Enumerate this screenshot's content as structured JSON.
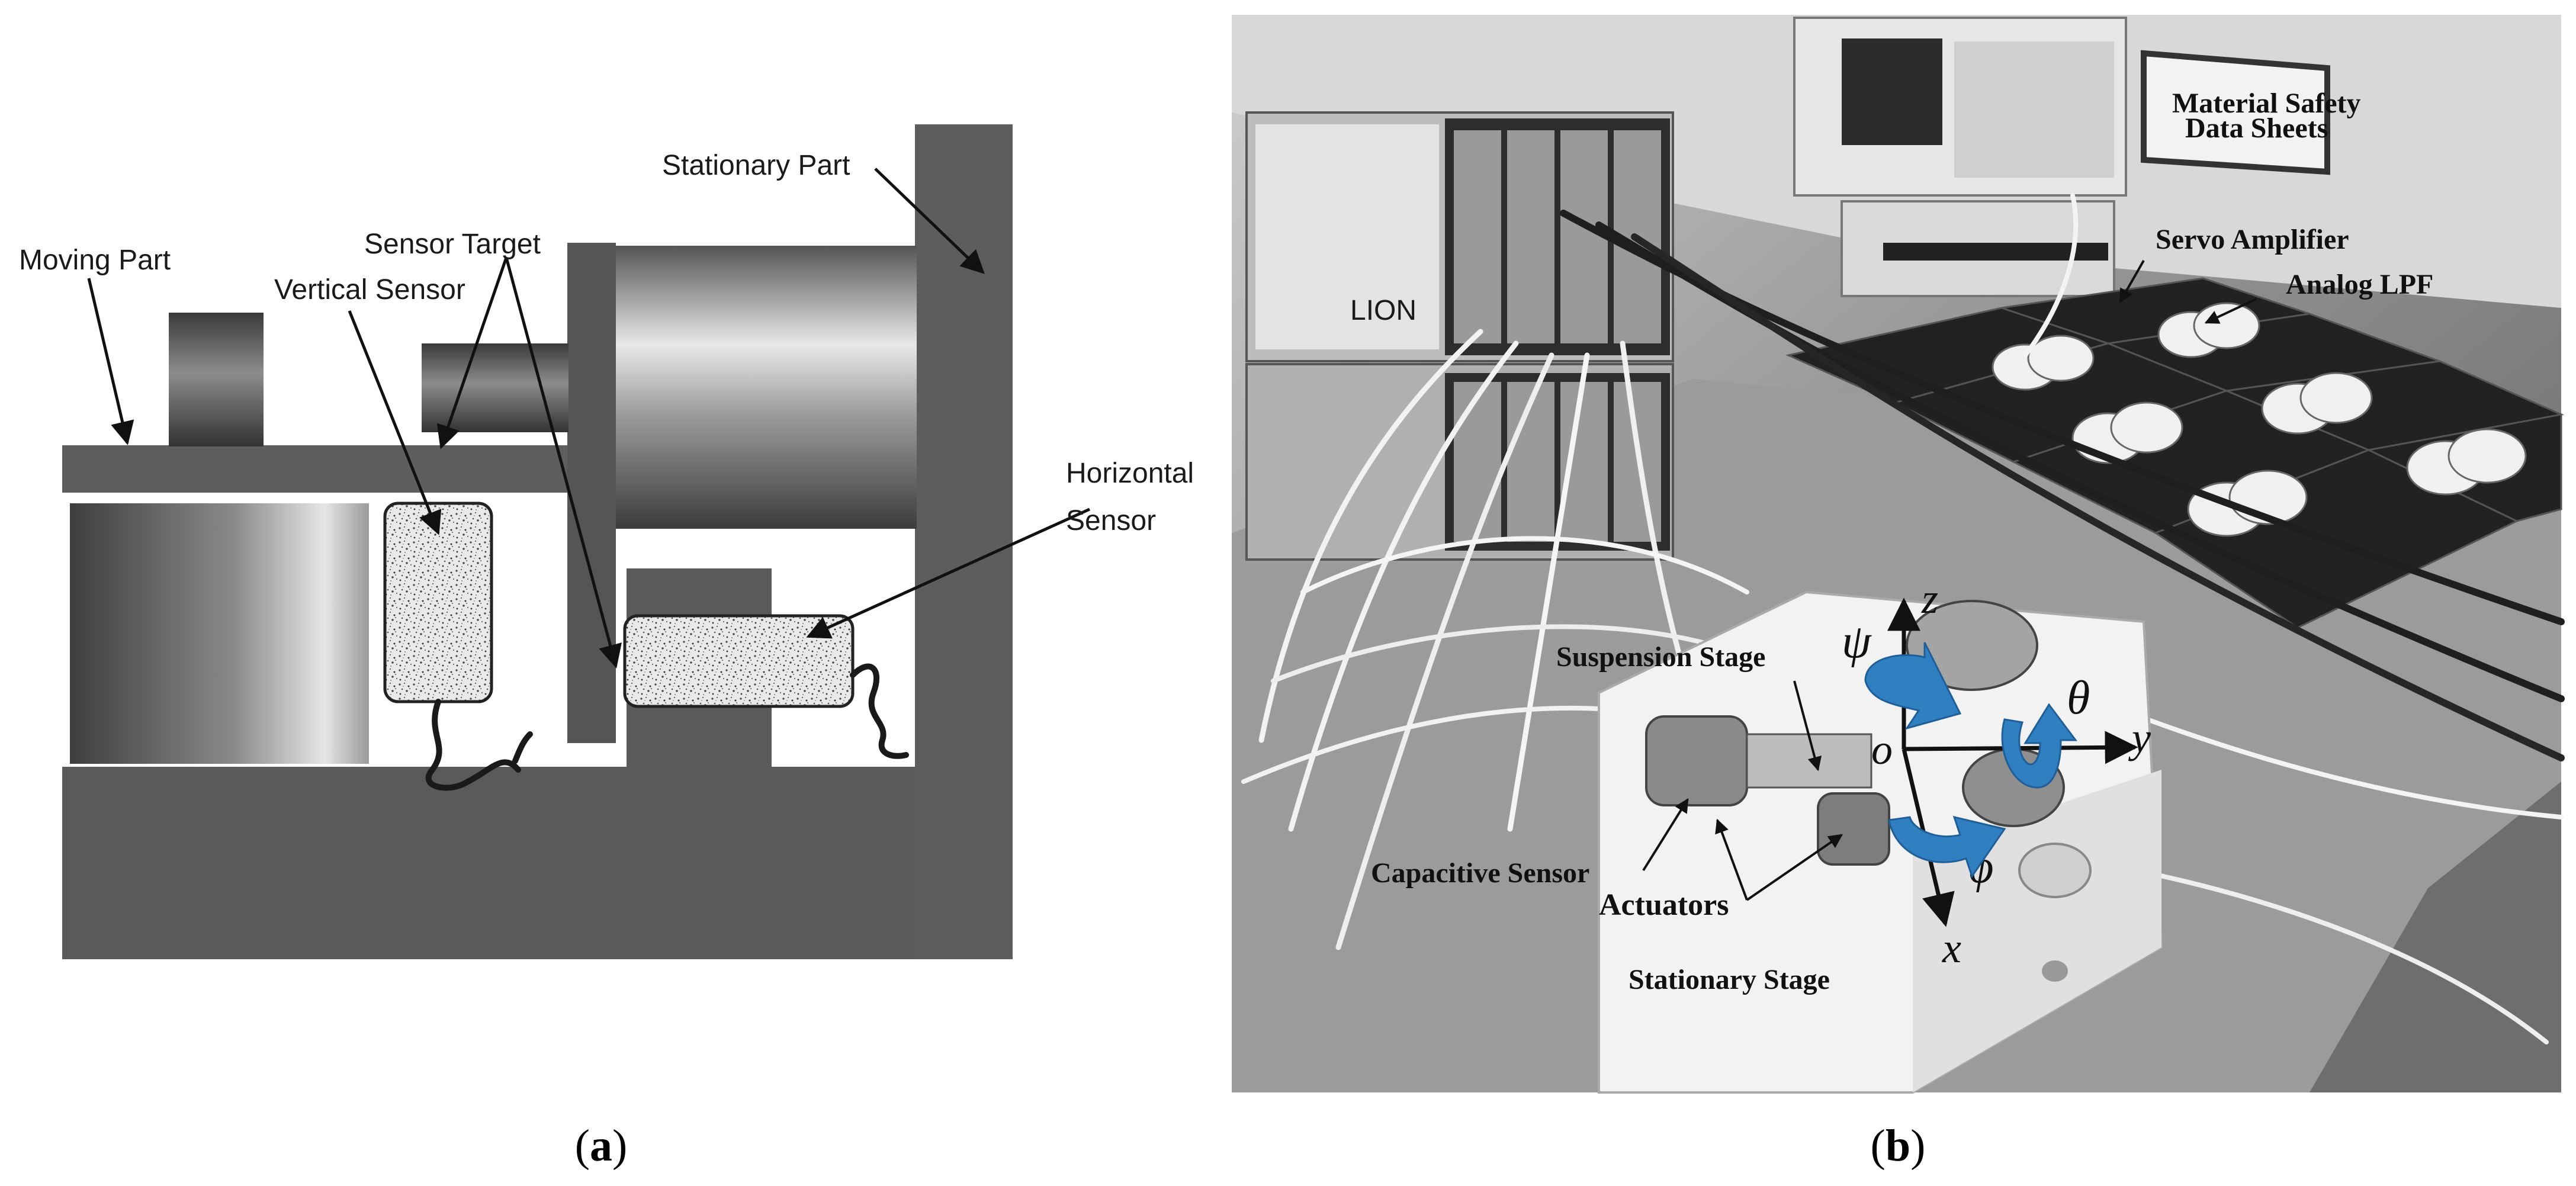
{
  "panel_a": {
    "caption_open": "(",
    "caption_letter": "a",
    "caption_close": ")",
    "labels": {
      "stationary_part": "Stationary Part",
      "moving_part": "Moving Part",
      "sensor_target": "Sensor Target",
      "vertical_sensor": "Vertical Sensor",
      "horizontal_line1": "Horizontal",
      "horizontal_line2": "Sensor"
    }
  },
  "panel_b": {
    "caption_open": "(",
    "caption_letter": "b",
    "caption_close": ")",
    "labels": {
      "servo_amplifier": "Servo Amplifier",
      "analog_lpf": "Analog LPF",
      "suspension_stage": "Suspension Stage",
      "capacitive_sensor": "Capacitive Sensor",
      "actuators": "Actuators",
      "stationary_stage": "Stationary Stage",
      "brand": "LION",
      "msds_line1": "Material Safety",
      "msds_line2": "Data Sheets"
    },
    "axes": {
      "z": "z",
      "y": "y",
      "x": "x",
      "origin": "o",
      "psi": "ψ",
      "theta": "θ",
      "phi": "ϕ"
    },
    "colors": {
      "rotation_arrow": "#2f7fc1"
    }
  }
}
